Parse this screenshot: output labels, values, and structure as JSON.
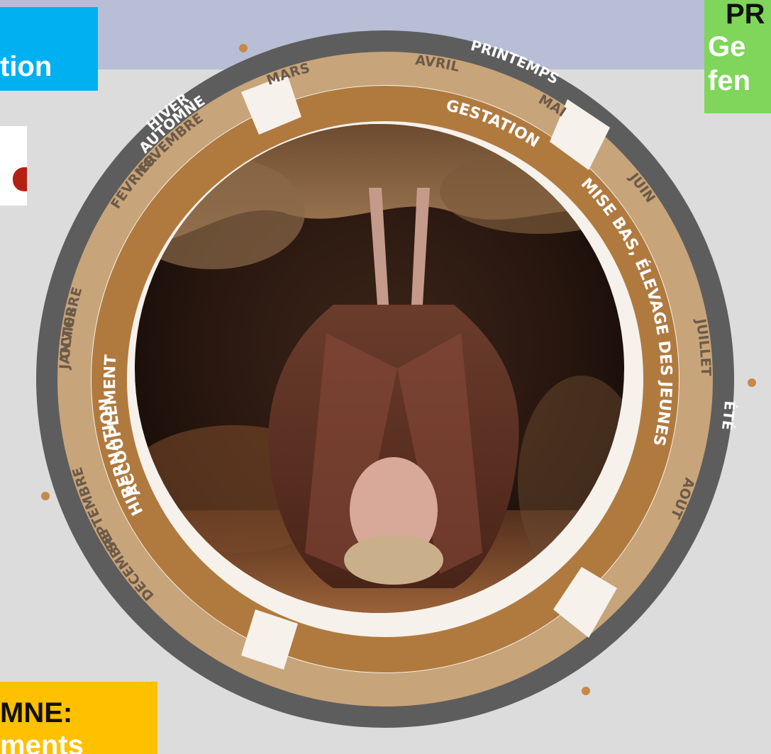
{
  "boxes": {
    "blue": {
      "text": "tion",
      "color": "#00b0f0"
    },
    "green": {
      "line1": "PR",
      "line2": "Ge",
      "line3": "fen",
      "color": "#7fd65a"
    },
    "yellow": {
      "line1": "MNE:",
      "line2": "ments",
      "color": "#ffc000"
    }
  },
  "wheel": {
    "seasons": {
      "printemps": "PRINTEMPS",
      "ete": "ÉTÉ",
      "automne": "AUTOMNE",
      "hiver": "HIVER"
    },
    "months": {
      "mars": "MARS",
      "avril": "AVRIL",
      "mai": "MAI",
      "juin": "JUIN",
      "juillet": "JUILLET",
      "aout": "AOÛT",
      "septembre": "SEPTEMBRE",
      "octobre": "OCTOBRE",
      "novembre": "NOVEMBRE",
      "decembre": "DÉCEMBRE",
      "janvier": "JANVIER",
      "fevrier": "FÉVRIER"
    },
    "phases": {
      "gestation": "GESTATION",
      "mise_bas": "MISE BAS, ÉLEVAGE DES JEUNES",
      "accouplement": "ACCOUPLEMENT",
      "hibernation": "HIBERNATION"
    },
    "colors": {
      "ring": "#5d5d5d",
      "band": "#c8a47a",
      "arrow": "#b07a3f",
      "text_light": "#ffffff",
      "text_month": "#6b5a48"
    }
  },
  "photo": {
    "subject": "hanging horseshoe bat"
  }
}
